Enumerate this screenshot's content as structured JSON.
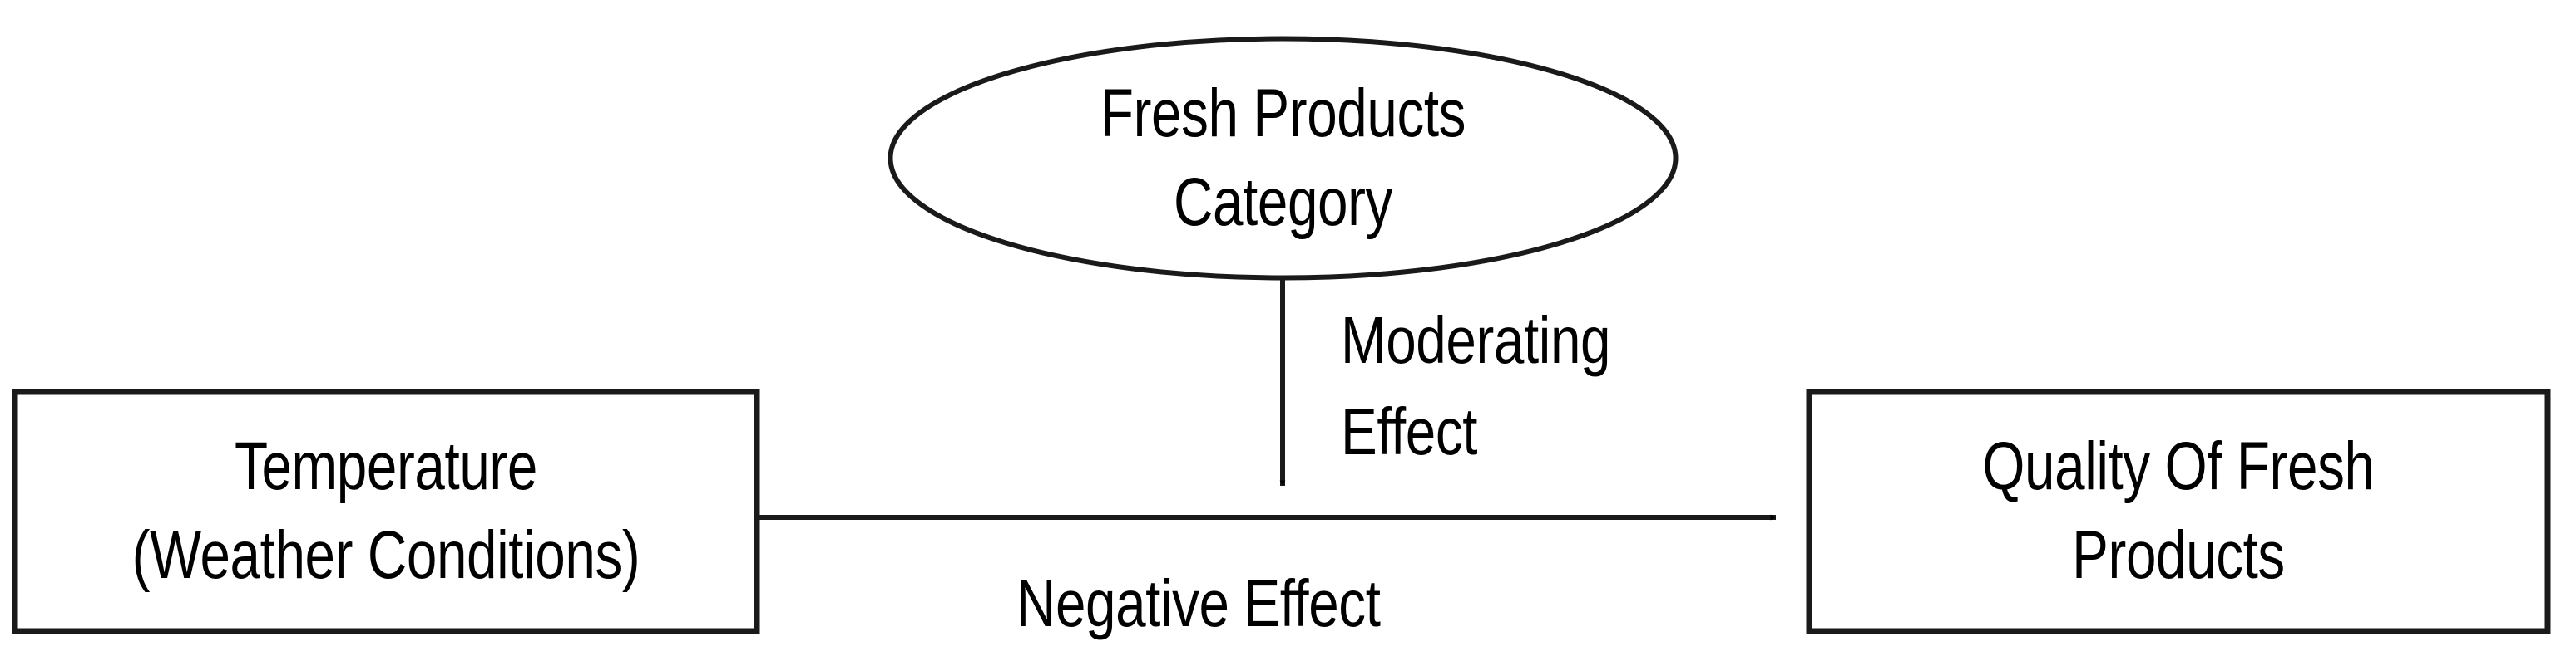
{
  "diagram": {
    "type": "conceptual-moderation-model",
    "background_color": "#ffffff",
    "stroke_color": "#000000",
    "text_color": "#000000",
    "nodes": [
      {
        "id": "temperature",
        "shape": "rectangle",
        "label": "Temperature\n(Weather Conditions)",
        "role": "independent-variable"
      },
      {
        "id": "fresh-products-category",
        "shape": "ellipse",
        "label": "Fresh Products\nCategory",
        "role": "moderator-variable"
      },
      {
        "id": "quality-of-fresh-products",
        "shape": "rectangle",
        "label": "Quality Of Fresh\nProducts",
        "role": "dependent-variable"
      }
    ],
    "edges": [
      {
        "id": "negative-effect",
        "from": "temperature",
        "to": "quality-of-fresh-products",
        "label": "Negative Effect",
        "arrowhead": "filled-triangle",
        "direction": "horizontal-right"
      },
      {
        "id": "moderating-effect",
        "from": "fresh-products-category",
        "to": "negative-effect",
        "label": "Moderating\nEffect",
        "arrowhead": "filled-triangle",
        "direction": "vertical-down"
      }
    ]
  }
}
